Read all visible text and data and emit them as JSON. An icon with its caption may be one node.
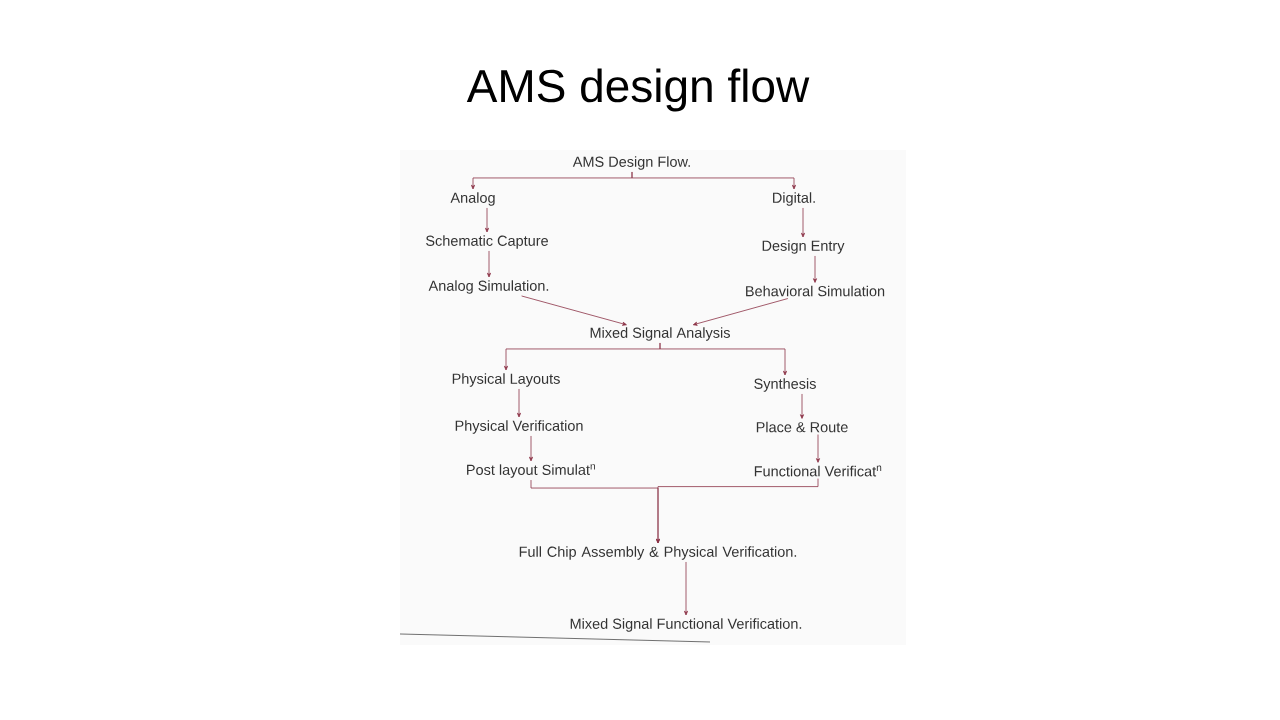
{
  "diagram": {
    "title": "AMS design flow",
    "nodes": [
      {
        "text": [
          "AMS Design Flow."
        ]
      },
      {
        "text": [
          "Analog"
        ]
      },
      {
        "text": [
          "Digital."
        ]
      },
      {
        "text": [
          "Schematic Capture"
        ]
      },
      {
        "text": [
          "Design Entry"
        ]
      },
      {
        "text": [
          "Analog Simulation."
        ]
      },
      {
        "text": [
          "Behavioral Simulation"
        ]
      },
      {
        "text": [
          "Mixed Signal Analysis"
        ]
      },
      {
        "text": [
          "Physical Layouts"
        ]
      },
      {
        "text": [
          "Synthesis"
        ]
      },
      {
        "text": [
          "Physical Verification"
        ]
      },
      {
        "text": [
          "Place & Route"
        ]
      },
      {
        "text": [
          "Post layout Simulat$^{n}$"
        ]
      },
      {
        "text": [
          "Functional Verificat$^{n}$"
        ]
      },
      {
        "text": [
          "Full Chip Assembly & Physical Verification."
        ]
      },
      {
        "text": [
          "Mixed Signal Functional Verification."
        ]
      }
    ],
    "edges": [
      {
        "from": 0,
        "to": 1,
        "arrow": "to"
      },
      {
        "from": 0,
        "to": 2,
        "arrow": "to"
      },
      {
        "from": 1,
        "to": 3,
        "arrow": "to"
      },
      {
        "from": 3,
        "to": 5,
        "arrow": "to"
      },
      {
        "from": 2,
        "to": 4,
        "arrow": "to"
      },
      {
        "from": 4,
        "to": 6,
        "arrow": "to"
      },
      {
        "from": 5,
        "to": 7,
        "arrow": "to"
      },
      {
        "from": 6,
        "to": 7,
        "arrow": "to"
      },
      {
        "from": 7,
        "to": 8,
        "arrow": "to"
      },
      {
        "from": 7,
        "to": 9,
        "arrow": "to"
      },
      {
        "from": 8,
        "to": 10,
        "arrow": "to"
      },
      {
        "from": 10,
        "to": 12,
        "arrow": "to"
      },
      {
        "from": 9,
        "to": 11,
        "arrow": "to"
      },
      {
        "from": 11,
        "to": 13,
        "arrow": "to"
      },
      {
        "from": 12,
        "to": 14,
        "arrow": "to"
      },
      {
        "from": 13,
        "to": 14,
        "arrow": "to"
      },
      {
        "from": 14,
        "to": 15,
        "arrow": "to"
      }
    ]
  }
}
